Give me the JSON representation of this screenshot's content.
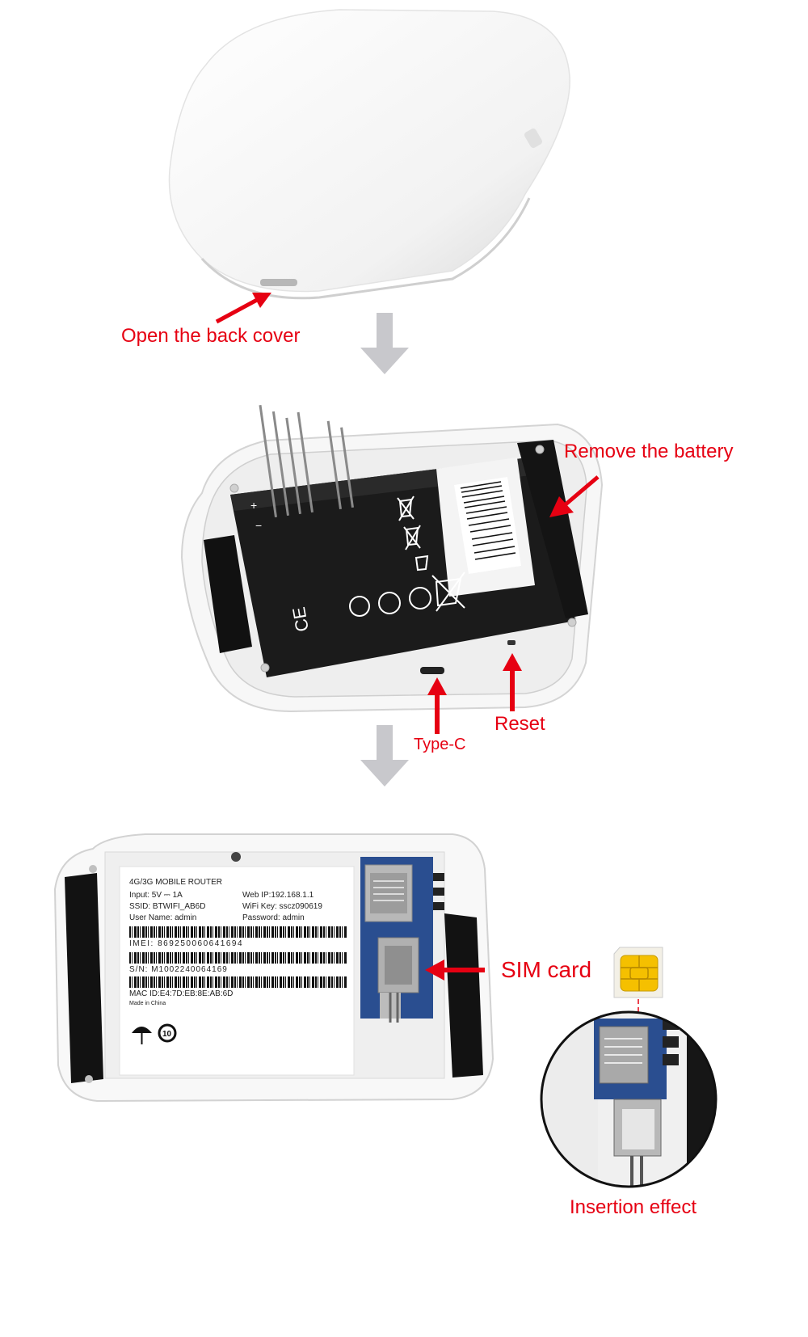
{
  "step1": {
    "label": "Open the back cover"
  },
  "step2": {
    "label": "Remove the battery",
    "typec_label": "Type-C",
    "reset_label": "Reset"
  },
  "step3": {
    "sim_label": "SIM card",
    "insertion_label": "Insertion effect",
    "sticker": {
      "title": "4G/3G MOBILE ROUTER",
      "input": "Input: 5V ⎓ 1A",
      "web_ip": "Web IP:192.168.1.1",
      "ssid": "SSID: BTWIFI_AB6D",
      "wifi_key": "WiFi Key: sscz090619",
      "user_name": "User Name: admin",
      "password": "Password: admin",
      "imei": "IMEI: 869250060641694",
      "sn": "S/N: M1002240064169",
      "mac": "MAC ID:E4:7D:EB:8E:AB:6D",
      "made_in": "Made in China"
    }
  },
  "colors": {
    "accent": "#e60012",
    "arrow_gray": "#c8c8cc"
  }
}
